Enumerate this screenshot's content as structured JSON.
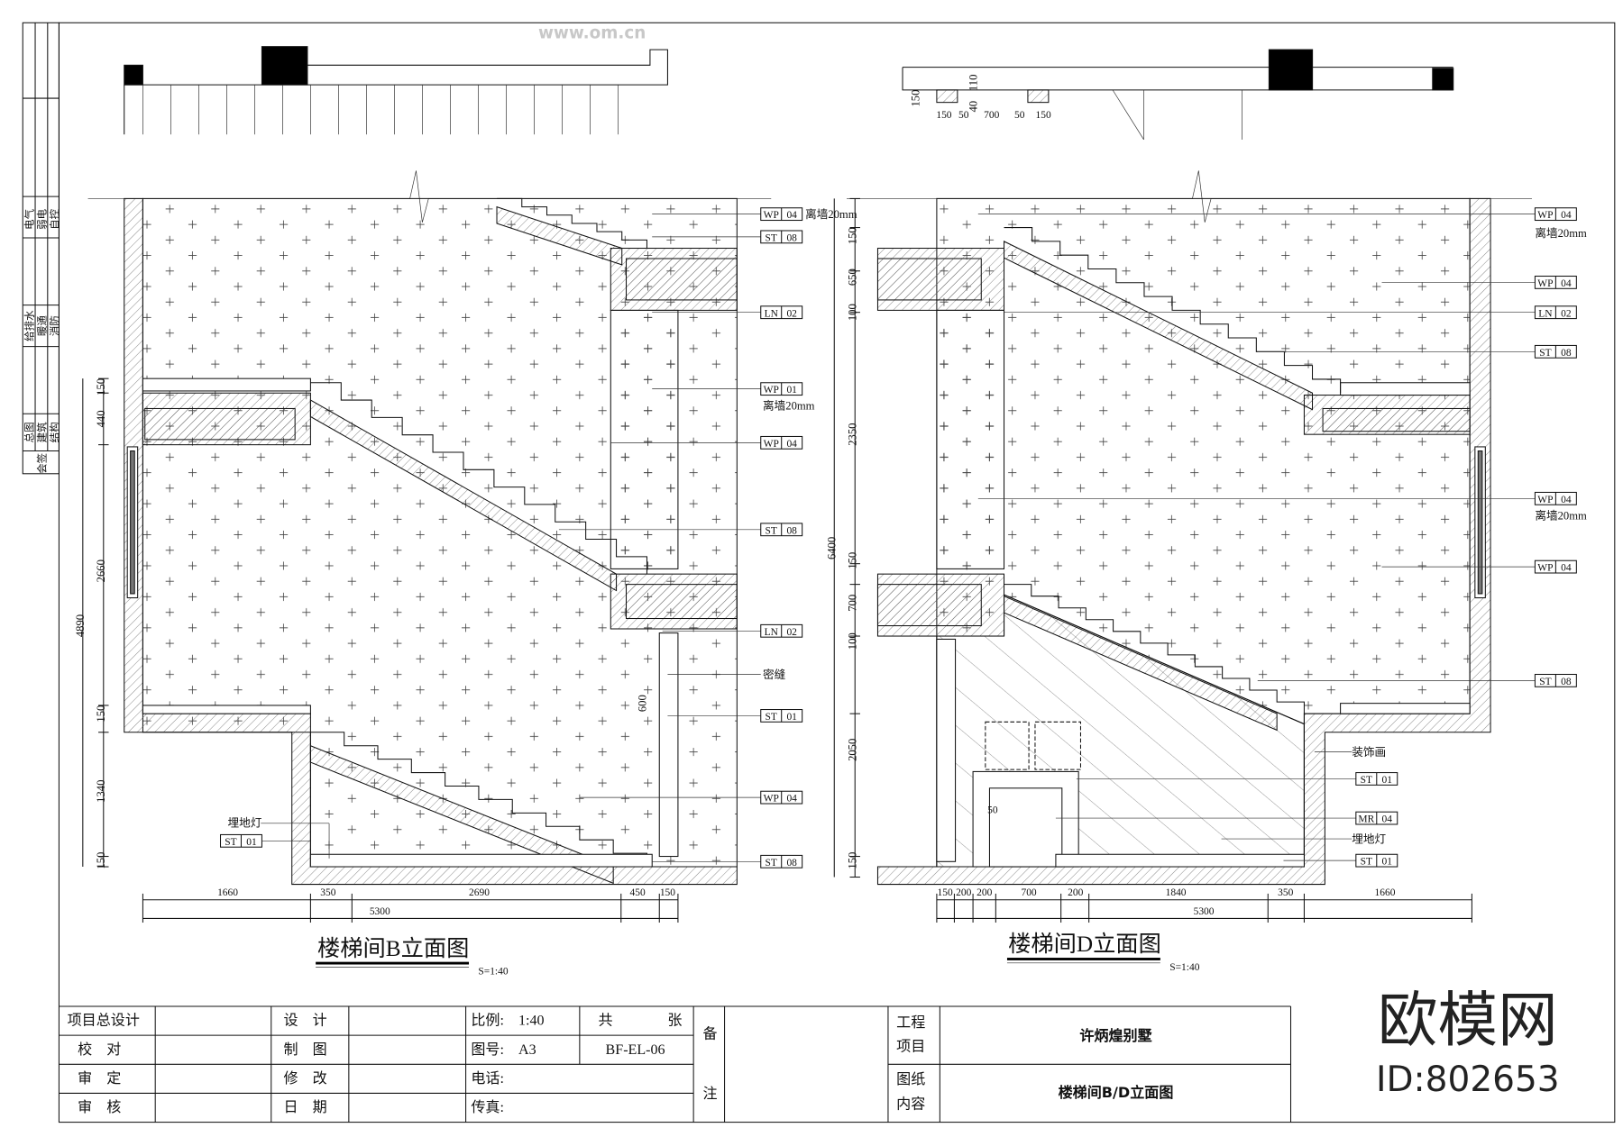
{
  "countersign": {
    "header": "会签",
    "items": [
      "总图",
      "建筑",
      "结构",
      "给排水",
      "暖通",
      "消防",
      "电气",
      "弱电",
      "自控"
    ]
  },
  "drawing_b": {
    "title": "楼梯间B立面图",
    "scale": "S=1:40",
    "tags": [
      {
        "code": "WP",
        "num": "04",
        "note": "离墙20mm"
      },
      {
        "code": "ST",
        "num": "08"
      },
      {
        "code": "LN",
        "num": "02"
      },
      {
        "code": "WP",
        "num": "01",
        "note": "离墙20mm"
      },
      {
        "code": "WP",
        "num": "04"
      },
      {
        "code": "ST",
        "num": "08"
      },
      {
        "code": "LN",
        "num": "02"
      },
      {
        "code": "ST",
        "num": "01"
      },
      {
        "code": "WP",
        "num": "04"
      },
      {
        "code": "ST",
        "num": "08"
      },
      {
        "code": "ST",
        "num": "01"
      }
    ],
    "notes": {
      "seam": "密缝",
      "floor_light": "埋地灯"
    },
    "dims": {
      "vertical": [
        "150",
        "440",
        "2660",
        "150",
        "1340",
        "150"
      ],
      "vertical_total": "4890",
      "column": "600",
      "horizontal": [
        "1660",
        "350",
        "2690",
        "450",
        "150"
      ],
      "horizontal_total": "5300"
    }
  },
  "drawing_d": {
    "title": "楼梯间D立面图",
    "scale": "S=1:40",
    "tags": [
      {
        "code": "WP",
        "num": "04",
        "note": "离墙20mm"
      },
      {
        "code": "WP",
        "num": "04"
      },
      {
        "code": "LN",
        "num": "02"
      },
      {
        "code": "ST",
        "num": "08"
      },
      {
        "code": "WP",
        "num": "04",
        "note": "离墙20mm"
      },
      {
        "code": "WP",
        "num": "04"
      },
      {
        "code": "ST",
        "num": "08"
      },
      {
        "code": "ST",
        "num": "01"
      },
      {
        "code": "MR",
        "num": "04"
      },
      {
        "code": "ST",
        "num": "01"
      }
    ],
    "notes": {
      "painting": "装饰画",
      "floor_light": "埋地灯"
    },
    "dims": {
      "vertical": [
        "150",
        "650",
        "100",
        "2350",
        "150",
        "700",
        "100",
        "2050",
        "150"
      ],
      "vertical_total": "6400",
      "horizontal": [
        "150",
        "200",
        "200",
        "700",
        "200",
        "1840",
        "350",
        "1660"
      ],
      "horizontal_total": "5300",
      "plan": [
        "150",
        "50",
        "700",
        "50",
        "150"
      ],
      "plan_vertical": [
        "150",
        "40",
        "110"
      ],
      "fireplace": "50"
    }
  },
  "title_block": {
    "chief_designer": "项目总设计",
    "check": "校　对",
    "approve": "审　定",
    "review": "审　核",
    "design": "设　计",
    "draw": "制　图",
    "revise": "修　改",
    "date": "日　期",
    "scale": "比例:　1:40",
    "total": "共",
    "sheets": "张",
    "sheet_no": "图号:　A3",
    "drawing_code": "BF-EL-06",
    "phone": "电话:",
    "fax": "传真:",
    "remark_1": "备",
    "remark_2": "注",
    "project_label_1": "工程",
    "project_label_2": "项目",
    "project_name": "许炳煌别墅",
    "content_label_1": "图纸",
    "content_label_2": "内容",
    "content_name": "楼梯间B/D立面图"
  },
  "watermark": {
    "logo": "欧模网",
    "id": "ID:802653",
    "site": "www.om.cn"
  }
}
